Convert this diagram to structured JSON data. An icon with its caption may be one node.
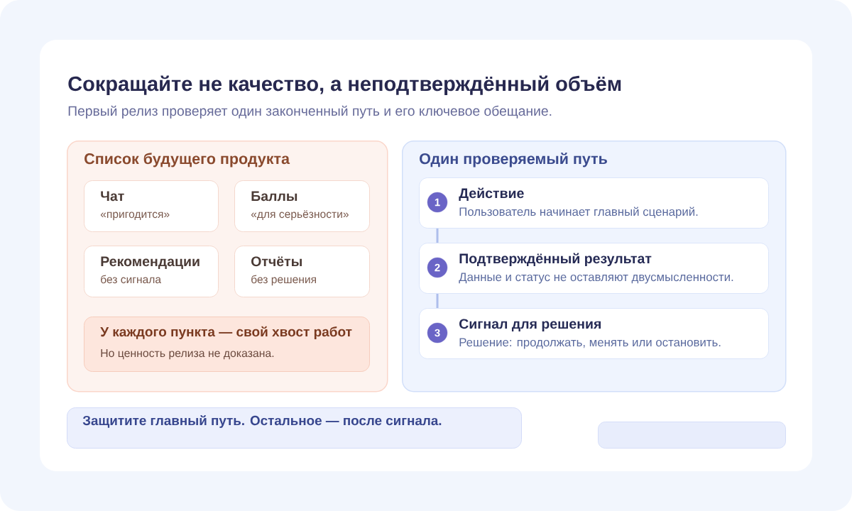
{
  "diagram": {
    "title": "Сокращайте не качество, а неподтверждённый объём",
    "nodes": [
      {
        "text": [
          "Список будущего продукта"
        ]
      },
      {
        "text": [
          "Чат",
          "«пригодится»"
        ],
        "in": 0
      },
      {
        "text": [
          "Баллы",
          "«для серьёзности»"
        ],
        "in": 0
      },
      {
        "text": [
          "Рекомендации",
          "без сигнала"
        ],
        "in": 0
      },
      {
        "text": [
          "Отчёты",
          "без решения"
        ],
        "in": 0
      },
      {
        "text": [
          "У каждого пункта — свой хвост работ",
          "Но ценность релиза не доказана."
        ],
        "in": 0
      },
      {
        "text": [
          "Один проверяемый путь"
        ]
      },
      {
        "text": [
          "Действие",
          "Пользователь начинает главный сценарий."
        ],
        "in": 6
      },
      {
        "text": [
          "1"
        ],
        "in": 7
      },
      {
        "text": [
          "Подтверждённый результат",
          "Данные и статус не оставляют двусмысленности."
        ],
        "in": 6
      },
      {
        "text": [
          "2"
        ],
        "in": 9
      },
      {
        "text": [
          "Сигнал для решения",
          "Решение: продолжать, менять или остановить."
        ],
        "in": 6
      },
      {
        "text": [
          "3"
        ],
        "in": 11
      },
      {
        "text": [
          "Защитите главный путь. Остальное — после сигнала."
        ]
      },
      {
        "text": [],
        "shape": "box"
      }
    ],
    "edges": [
      {
        "from": 7,
        "to": 9,
        "arrow": "none"
      },
      {
        "from": 9,
        "to": 11,
        "arrow": "none"
      }
    ],
    "labels": [
      "Первый релиз проверяет один законченный путь и его ключевое обещание."
    ]
  }
}
